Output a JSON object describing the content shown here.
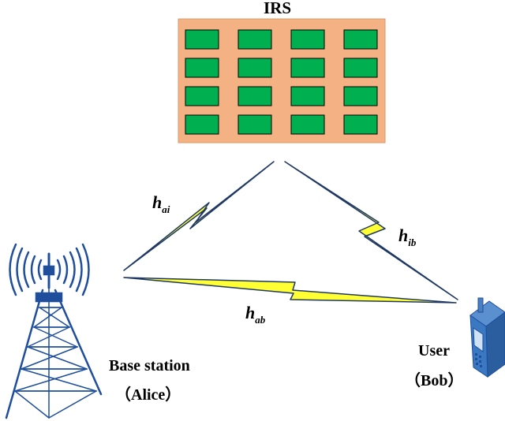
{
  "irs": {
    "label": "IRS",
    "rows": 4,
    "cols": 4,
    "panel_color": "#f4b183",
    "element_color": "#00b050"
  },
  "channels": {
    "ai": {
      "symbol": "h",
      "subscript": "ai"
    },
    "ib": {
      "symbol": "h",
      "subscript": "ib"
    },
    "ab": {
      "symbol": "h",
      "subscript": "ab"
    }
  },
  "base_station": {
    "label": "Base station",
    "name": "（Alice）"
  },
  "user": {
    "label": "User",
    "name": "（Bob）"
  },
  "colors": {
    "bolt_fill": "#ffff33",
    "bolt_stroke": "#1f3864",
    "tower": "#1f4e9c",
    "phone": "#2e6fb5"
  }
}
